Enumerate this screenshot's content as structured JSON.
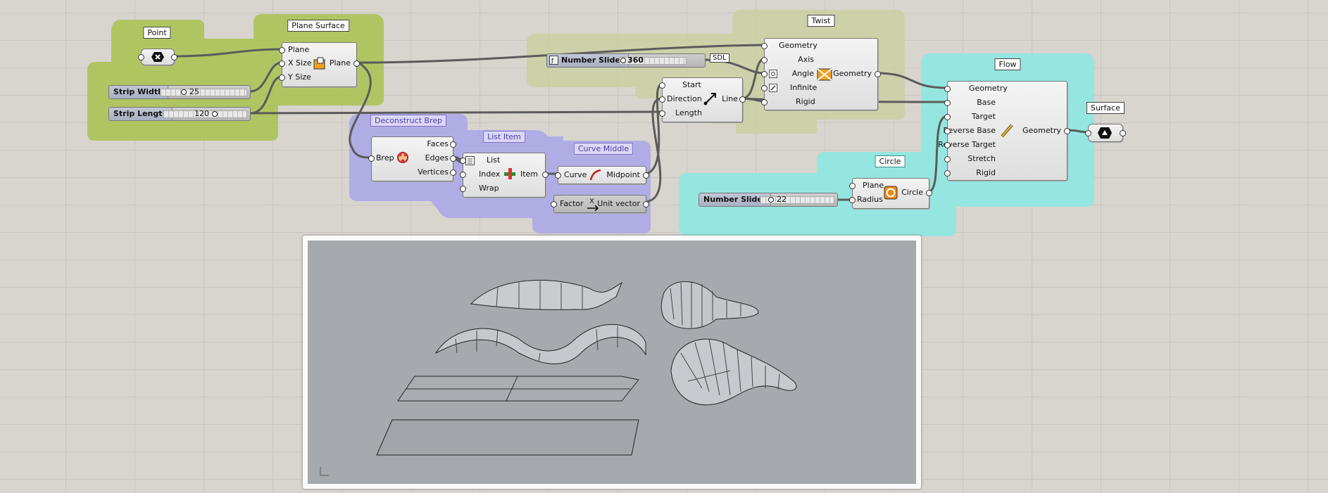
{
  "groups": {
    "point": "Point",
    "plane_surface": "Plane Surface",
    "deconstruct_brep": "Deconstruct Brep",
    "list_item": "List Item",
    "curve_middle": "Curve Middle",
    "twist": "Twist",
    "flow": "Flow",
    "circle": "Circle",
    "surface": "Surface"
  },
  "plane_surface_node": {
    "inputs": [
      "Plane",
      "X Size",
      "Y Size"
    ],
    "output": "Plane"
  },
  "deconstruct_brep_node": {
    "input": "Brep",
    "outputs": [
      "Faces",
      "Edges",
      "Vertices"
    ]
  },
  "list_item_node": {
    "inputs": [
      "List",
      "Index",
      "Wrap"
    ],
    "output": "Item"
  },
  "curve_middle_node": {
    "input": "Curve",
    "output": "Midpoint"
  },
  "unit_vector_node": {
    "input": "Factor",
    "output": "Unit vector"
  },
  "line_node": {
    "inputs": [
      "Start",
      "Direction",
      "Length"
    ],
    "output": "Line"
  },
  "twist_node": {
    "inputs": [
      "Geometry",
      "Axis",
      "Angle",
      "Infinite",
      "Rigid"
    ],
    "output": "Geometry"
  },
  "flow_node": {
    "inputs": [
      "Geometry",
      "Base",
      "Target",
      "Reverse Base",
      "Reverse Target",
      "Stretch",
      "Rigid"
    ],
    "output": "Geometry"
  },
  "circle_node": {
    "inputs": [
      "Plane",
      "Radius"
    ],
    "output": "Circle"
  },
  "sliders": {
    "strip_width": {
      "label": "Strip Width",
      "value": "25"
    },
    "strip_length": {
      "label": "Strip Length",
      "value": "120"
    },
    "angle": {
      "label": "Number Slider",
      "value": "360",
      "expression": "SDL"
    },
    "radius": {
      "label": "Number Slider",
      "value": "22"
    }
  },
  "colors": {
    "green_group": "#a9c24f",
    "purple_group": "#aca8e8",
    "olive_group": "#c9d0a0",
    "teal_group": "#8ee8e2",
    "canvas": "#d8d4ce",
    "viewport": "#a6aaae"
  },
  "icons": {
    "point": "cross-point-icon",
    "plane_surface": "plane-surface-icon",
    "deconstruct_brep": "deconstruct-brep-icon",
    "list_item": "list-item-icon",
    "curve_middle": "curve-middle-icon",
    "unit_vector": "unit-vector-icon",
    "line": "line-sdl-icon",
    "twist": "twist-icon",
    "flow": "flow-icon",
    "circle": "circle-icon",
    "surface": "surface-icon"
  }
}
